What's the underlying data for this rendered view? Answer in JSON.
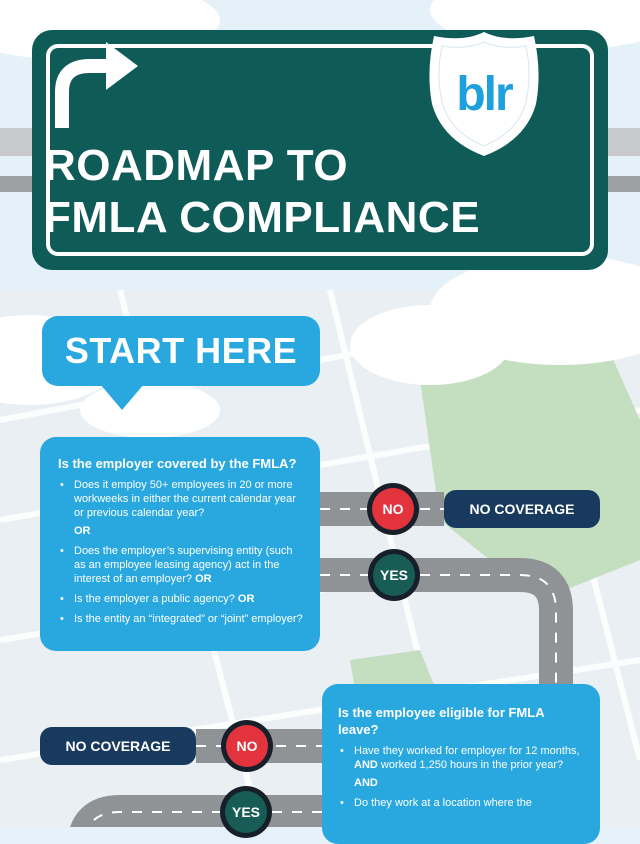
{
  "sign": {
    "title_line1": "ROADMAP TO",
    "title_line2": "FMLA COMPLIANCE",
    "arrow_icon": "turn-right-arrow-icon",
    "logo_text": "blr",
    "logo_icon": "shield-icon"
  },
  "start_label": "START HERE",
  "question1": {
    "title": "Is the employer covered by the FMLA?",
    "item1": "Does it employ 50+ employees in 20 or more workweeks in either the current calendar year or previous calendar year?",
    "or1": "OR",
    "item2": "Does the employer’s supervising entity (such as an employee leasing agency) act in the interest of an employer?",
    "item2_or": "OR",
    "item3": "Is the employer a public agency?",
    "item3_or": "OR",
    "item4": "Is the entity an “integrated” or “joint” employer?"
  },
  "question2": {
    "title": "Is the employee eligible for FMLA leave?",
    "item1_a": "Have they worked for employer for 12 months,",
    "item1_and": "AND",
    "item1_b": "worked 1,250 hours in the prior year?",
    "and1": "AND",
    "item2": "Do they work at a location where the"
  },
  "outcomes": {
    "no_coverage_1": "NO COVERAGE",
    "no_coverage_2": "NO COVERAGE",
    "no_1": "NO",
    "yes_1": "YES",
    "no_2": "NO",
    "yes_2": "YES"
  },
  "colors": {
    "sign_green": "#0f5b57",
    "box_blue": "#29a8e0",
    "pill_navy": "#173a5e",
    "light_red": "#e3343e",
    "light_green": "#175d56"
  }
}
